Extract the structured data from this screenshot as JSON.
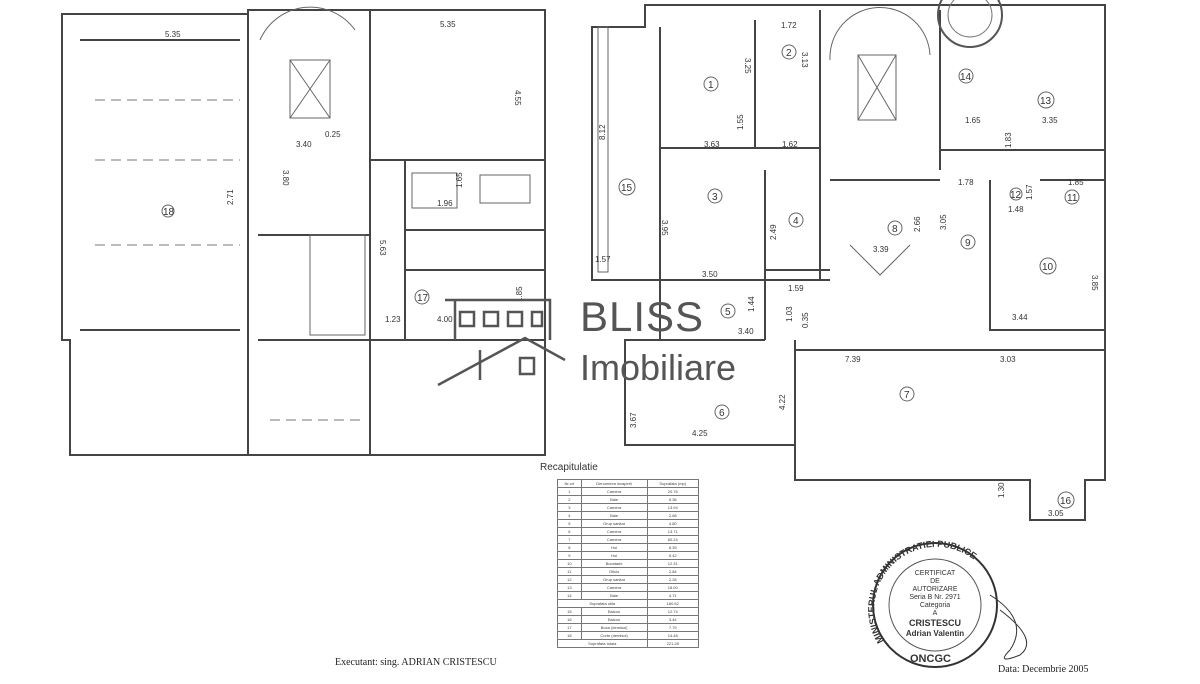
{
  "left_plan": {
    "dims": [
      "5.35",
      "5.35",
      "4.55",
      "3.40",
      "0.25",
      "3.80",
      "2.71",
      "1.65",
      "1.96",
      "5.63",
      "1.23",
      "4.00",
      "1.85"
    ],
    "rooms": [
      "18",
      "17"
    ]
  },
  "right_plan": {
    "dims": [
      "1.72",
      "3.25",
      "3.13",
      "3.63",
      "1.55",
      "1.62",
      "8.12",
      "3.95",
      "3.50",
      "1.57",
      "2.49",
      "1.59",
      "3.40",
      "1.44",
      "1.03",
      "0.35",
      "3.67",
      "4.25",
      "4.22",
      "7.39",
      "3.03",
      "3.39",
      "2.66",
      "3.05",
      "1.78",
      "1.48",
      "1.85",
      "1.57",
      "1.65",
      "3.35",
      "1.83",
      "3.44",
      "3.85",
      "3.05",
      "1.30"
    ],
    "rooms": [
      "1",
      "2",
      "3",
      "4",
      "5",
      "6",
      "7",
      "8",
      "9",
      "10",
      "11",
      "12",
      "13",
      "14",
      "15",
      "16"
    ]
  },
  "logo": {
    "brand": "BLISS",
    "sub": "Imobiliare"
  },
  "recap": {
    "title": "Recapitulatie",
    "headers": [
      "Nr.crt",
      "Denumirea incaperii",
      "Suprafata (mp)"
    ],
    "rows": [
      [
        "1",
        "Camera",
        "20.76"
      ],
      [
        "2",
        "Baie",
        "5.36"
      ],
      [
        "3",
        "Camera",
        "13.94"
      ],
      [
        "4",
        "Baie",
        "2.68"
      ],
      [
        "5",
        "Grup sanitar",
        "4.80"
      ],
      [
        "6",
        "Camera",
        "13.71"
      ],
      [
        "7",
        "Camera",
        "60.24"
      ],
      [
        "8",
        "Hol",
        "8.39"
      ],
      [
        "9",
        "Hol",
        "5.42"
      ],
      [
        "10",
        "Bucatarie",
        "12.31"
      ],
      [
        "11",
        "Oficiu",
        "2.84"
      ],
      [
        "12",
        "Grup sanitar",
        "2.28"
      ],
      [
        "13",
        "Camera",
        "18.00"
      ],
      [
        "14",
        "Baie",
        "4.71"
      ]
    ],
    "subtotal": [
      "Suprafata utila",
      "180.62"
    ],
    "rows2": [
      [
        "15",
        "Balcon",
        "12.74"
      ],
      [
        "16",
        "Balcon",
        "3.44"
      ],
      [
        "17",
        "Boxa (demisol)",
        "7.79"
      ],
      [
        "18",
        "Curte (demisol)",
        "14.48"
      ]
    ],
    "total": [
      "Suprafata totala",
      "221.28"
    ]
  },
  "stamp": {
    "ring": "MINISTERUL ADMINISTRATIEI PUBLICE",
    "bottom": "ONCGC",
    "lines": [
      "CERTIFICAT",
      "DE",
      "AUTORIZARE",
      "Seria B Nr. 2971",
      "Categoria",
      "A",
      "CRISTESCU",
      "Adrian Valentin"
    ]
  },
  "footer": {
    "executant": "Executant:  sing. ADRIAN CRISTESCU",
    "date": "Data: Decembrie 2005"
  }
}
